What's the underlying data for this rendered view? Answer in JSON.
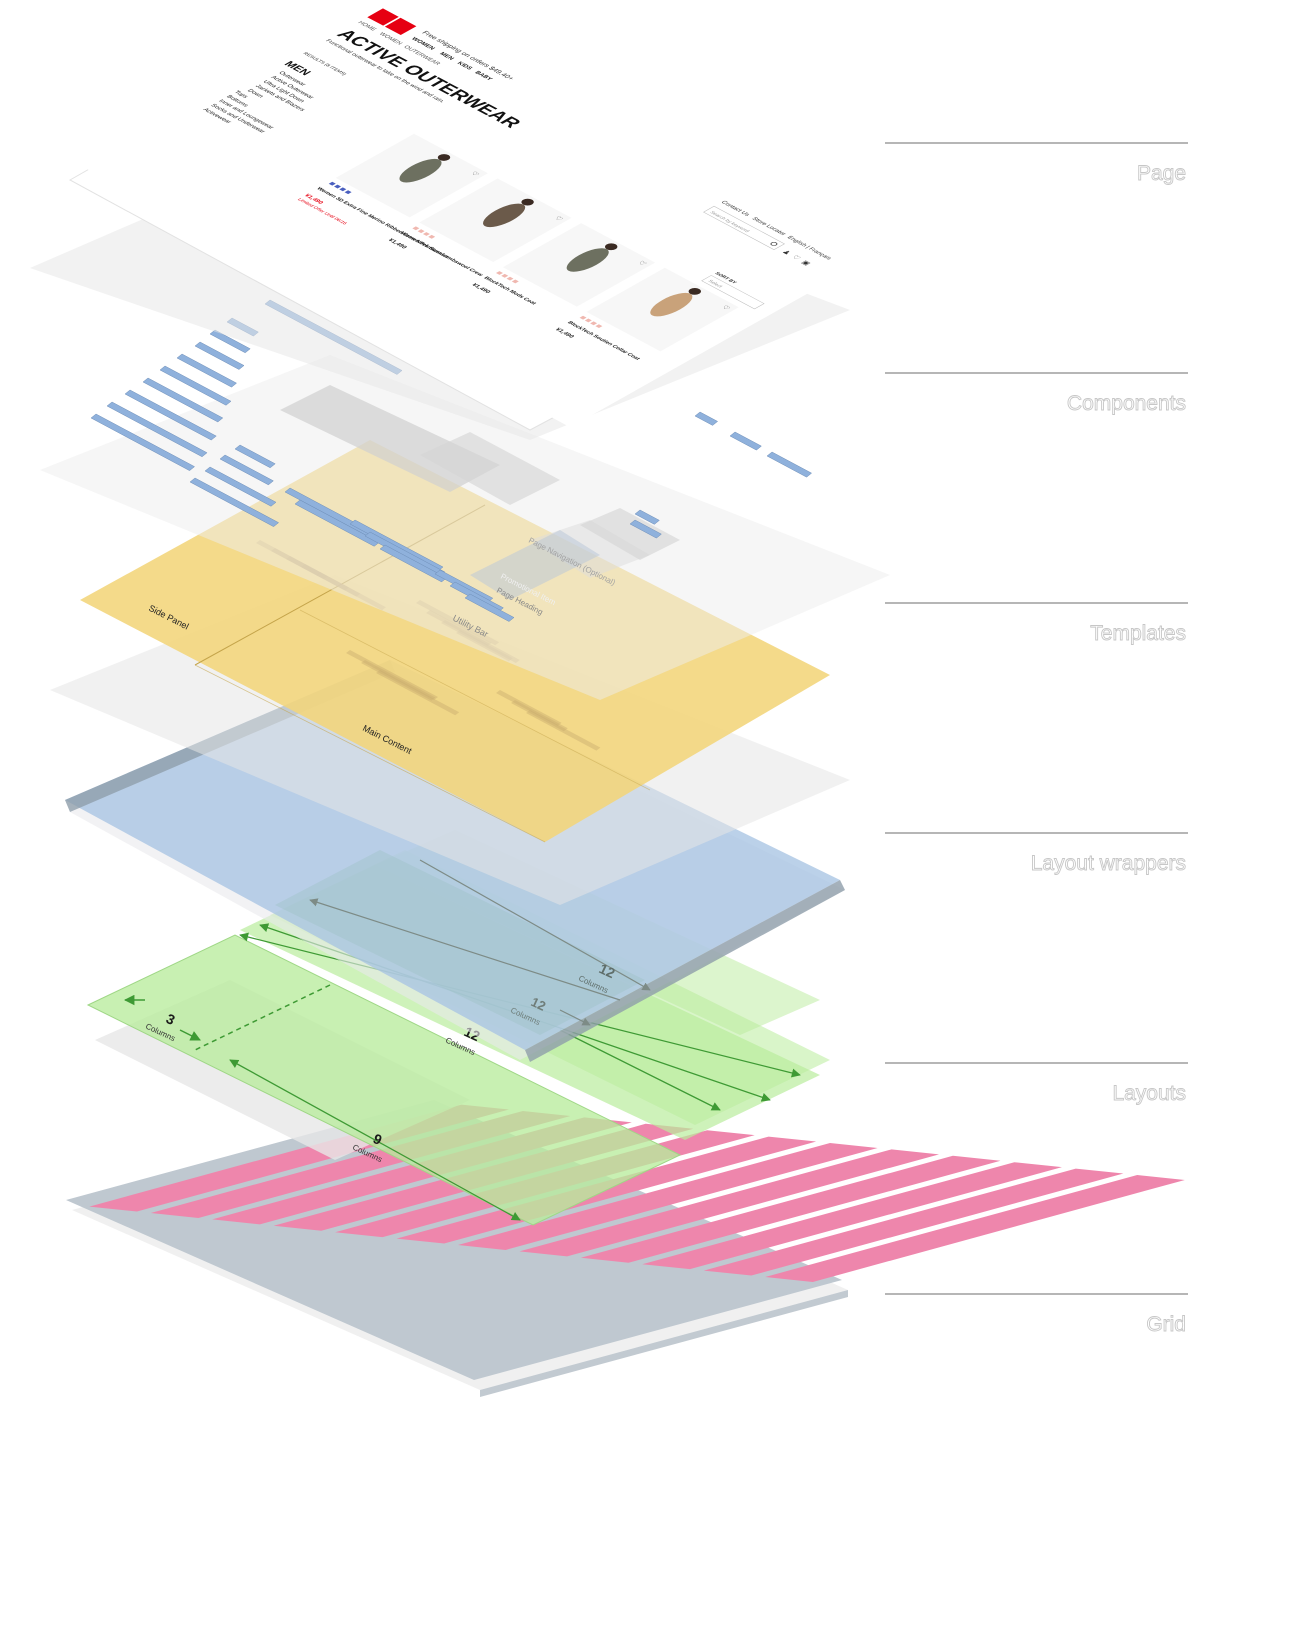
{
  "legend": {
    "page": "Page",
    "components": "Components",
    "templates": "Templates",
    "layout_wrappers": "Layout wrappers",
    "layouts": "Layouts",
    "grid": "Grid"
  },
  "page_mock": {
    "promo": "Free shipping on orders $49.40+",
    "breadcrumb": [
      "HOME",
      "WOMEN",
      "OUTERWEAR"
    ],
    "nav": [
      "WOMEN",
      "MEN",
      "KIDS",
      "BABY"
    ],
    "heading": "ACTIVE OUTERWEAR",
    "subheading": "Functional outerwear to take on the wind and rain.",
    "results": "RESULTS (8 ITEMS)",
    "side_title": "MEN",
    "side_items": [
      "Outerwear",
      "Active Outerwear",
      "Ultra Light Down",
      "Jackets and Blazers",
      "Down",
      "Tops",
      "Bottoms",
      "Inner and Loungewear",
      "Socks and Underwear",
      "Activewear"
    ],
    "utility": [
      "Contact Us",
      "Store Locator",
      "English | Français"
    ],
    "search_placeholder": "Search by keyword",
    "sort_label": "SORT BY",
    "sort_value": "Select",
    "products": [
      {
        "name": "Women 3D Extra Fine Merino Ribbed Crew Neck Sweater",
        "price": "¥1,490",
        "note": "Limited Offer Until 06/16"
      },
      {
        "name": "Women Premium Lambswool Crew",
        "price": "¥1,490"
      },
      {
        "name": "BlockTech Mods Coat",
        "price": "¥1,490"
      },
      {
        "name": "BlockTech Soutien Collar Coat",
        "price": "¥1,490"
      }
    ]
  },
  "template_labels": {
    "side_panel": "Side Panel",
    "utility_bar": "Utility Bar",
    "main_content": "Main Content",
    "page_navigation": "Page Navigation (Optional)",
    "promotional": "Promotional Item",
    "page_heading": "Page Heading"
  },
  "layout_labels": {
    "n12": "12",
    "n3": "3",
    "n9": "9",
    "columns": "Columns"
  },
  "colors": {
    "yellow": "#f3d57a",
    "blue": "#a8c4e3",
    "green": "#b9ec9c",
    "pink": "#ee86ac",
    "component_blue": "#8fb1dc",
    "red_logo": "#e60012",
    "arrow_green": "#3e9a34"
  }
}
